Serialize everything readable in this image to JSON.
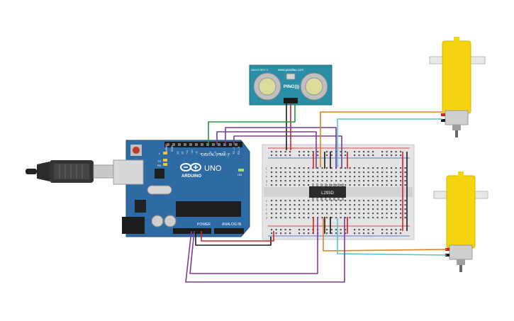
{
  "arduino": {
    "brand": "ARDUINO",
    "model": "UNO",
    "digital_label": "DIGITAL (PWM~)",
    "power_label": "POWER",
    "analog_label": "ANALOG IN",
    "tx_label": "TX",
    "rx_label": "RX",
    "l_label": "L",
    "on_label": "ON",
    "aref_label": "AREF",
    "gnd_label": "GND",
    "digital_pins": [
      "13",
      "12",
      "~11",
      "~10",
      "~9",
      "8",
      "7",
      "~6",
      "~5",
      "4",
      "~3",
      "2",
      "TX→1",
      "RX←0"
    ]
  },
  "sensor": {
    "label": "PING)))",
    "top_text": "www.parallax.com",
    "side_text": "28015 REV C"
  },
  "driver": {
    "label": "L293D"
  },
  "breadboard": {
    "row_letters_top": [
      "j",
      "i",
      "h",
      "g",
      "f"
    ],
    "row_letters_bottom": [
      "e",
      "d",
      "c",
      "b",
      "a"
    ]
  },
  "colors": {
    "board_blue": "#2e6aa3",
    "sensor_teal": "#2a8ea6",
    "motor_yellow": "#f5d410",
    "wire_green": "#1f9b3a",
    "wire_purple": "#7b3d98",
    "wire_orange": "#e0801a",
    "wire_cyan": "#55c3d6",
    "wire_red": "#d32020",
    "wire_black": "#1a1a1a"
  }
}
